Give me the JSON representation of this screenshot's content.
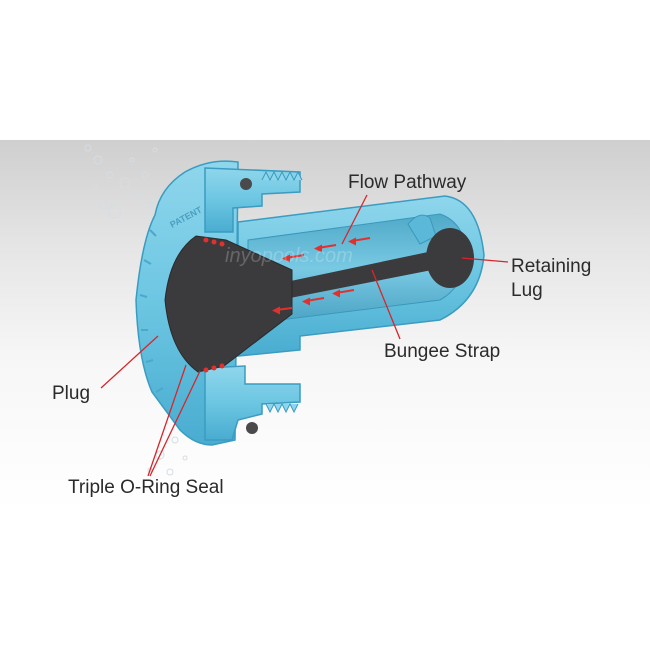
{
  "diagram": {
    "embossed_text": "PATENT",
    "watermark": "inyopools.com",
    "labels": {
      "flow_pathway": "Flow Pathway",
      "retaining_lug_line1": "Retaining",
      "retaining_lug_line2": "Lug",
      "bungee_strap": "Bungee Strap",
      "plug": "Plug",
      "triple_oring_seal": "Triple O-Ring Seal"
    },
    "colors": {
      "housing": "#6cc6e2",
      "housing_dark": "#3b9fc2",
      "plug": "#3b3b3e",
      "arrows": "#e0312f",
      "leader_lines": "#d7262b"
    }
  }
}
